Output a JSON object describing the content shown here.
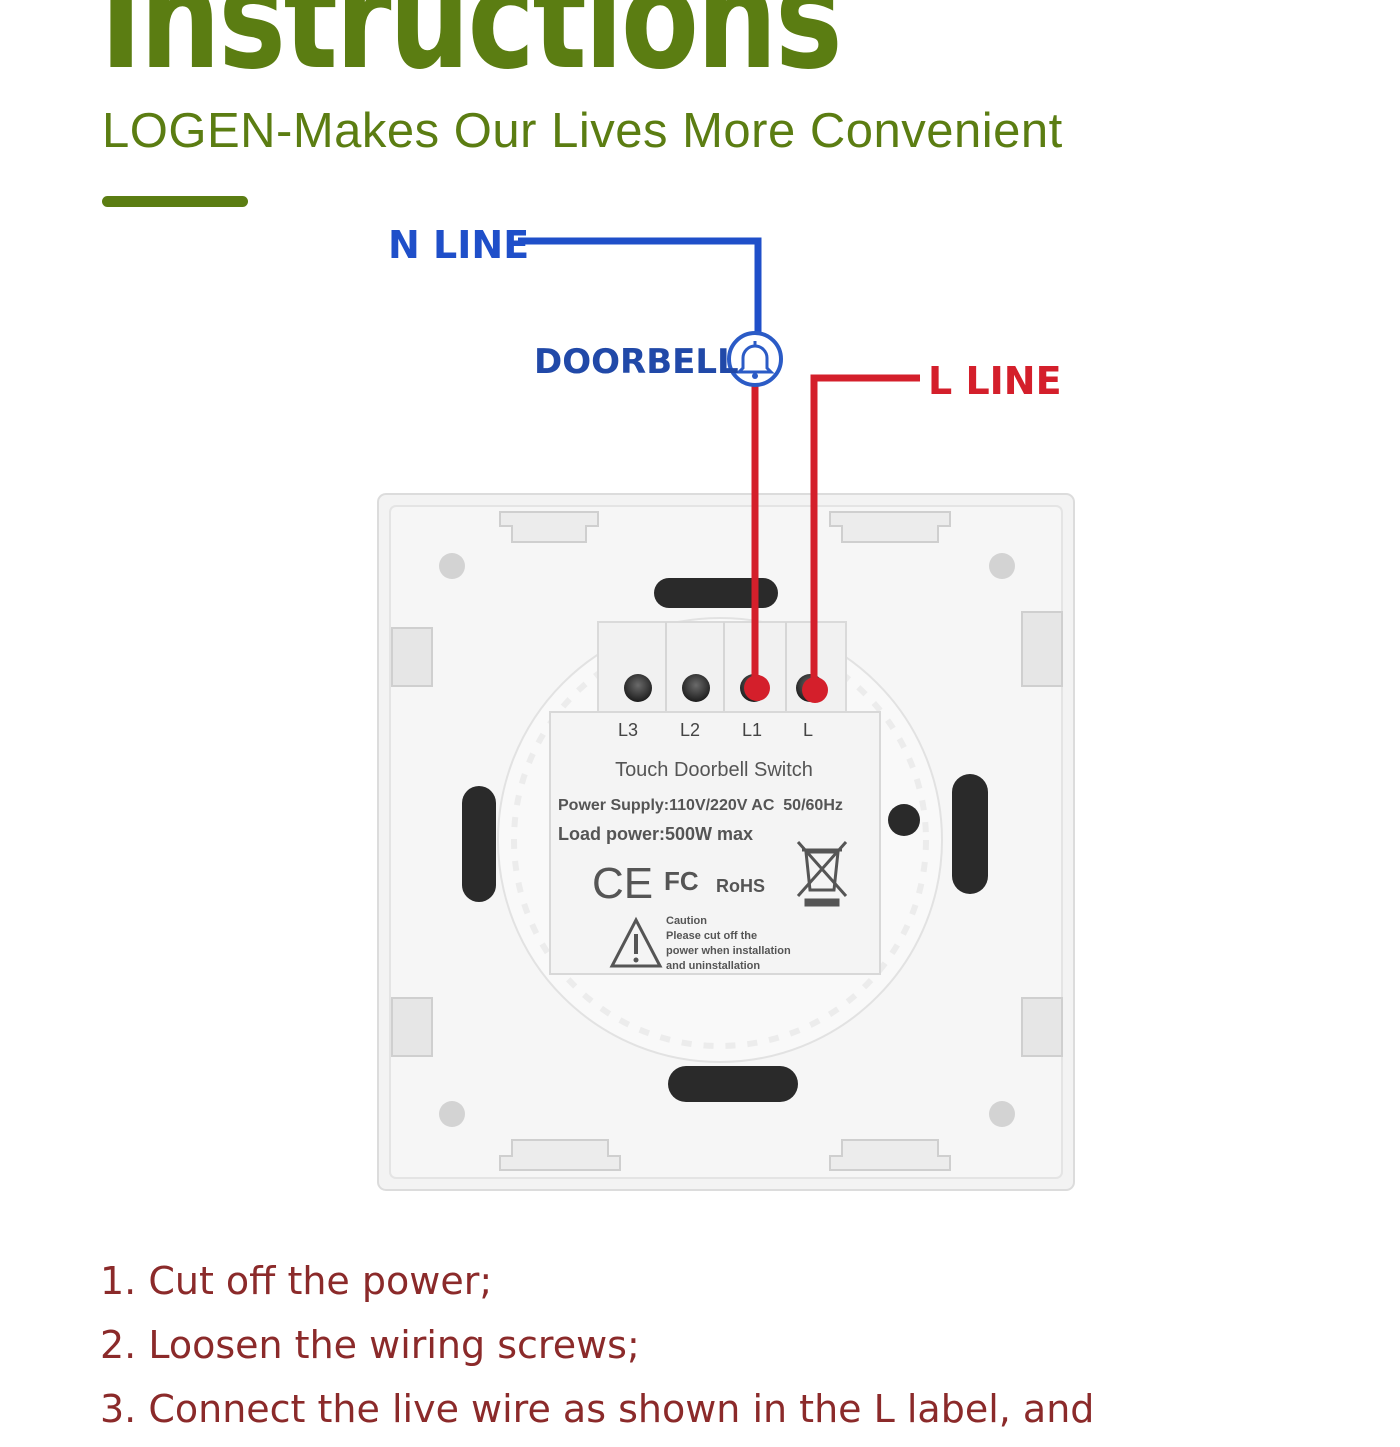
{
  "header": {
    "title": "Instructions",
    "subtitle": "LOGEN-Makes Our Lives More Convenient"
  },
  "wiring": {
    "n_line_label": "N LINE",
    "doorbell_label": "DOORBELL",
    "l_line_label": "L LINE",
    "n_color": "#1f4fc9",
    "l_color": "#d41f2b",
    "doorbell_color": "#2149a8"
  },
  "device": {
    "terminals": [
      "L3",
      "L2",
      "L1",
      "L"
    ],
    "label_title": "Touch Doorbell Switch",
    "power_supply": "Power Supply:110V/220V AC  50/60Hz",
    "load_power": "Load power:500W max",
    "cert_ce": "CE",
    "cert_fc": "FC",
    "cert_rohs": "RoHS",
    "caution_lines": [
      "Caution",
      "Please cut off the",
      "power when installation",
      "and uninstallation"
    ]
  },
  "steps": [
    "1. Cut off the power;",
    "2. Loosen the wiring screws;",
    "3. Connect the live wire as shown in the L label, and"
  ]
}
